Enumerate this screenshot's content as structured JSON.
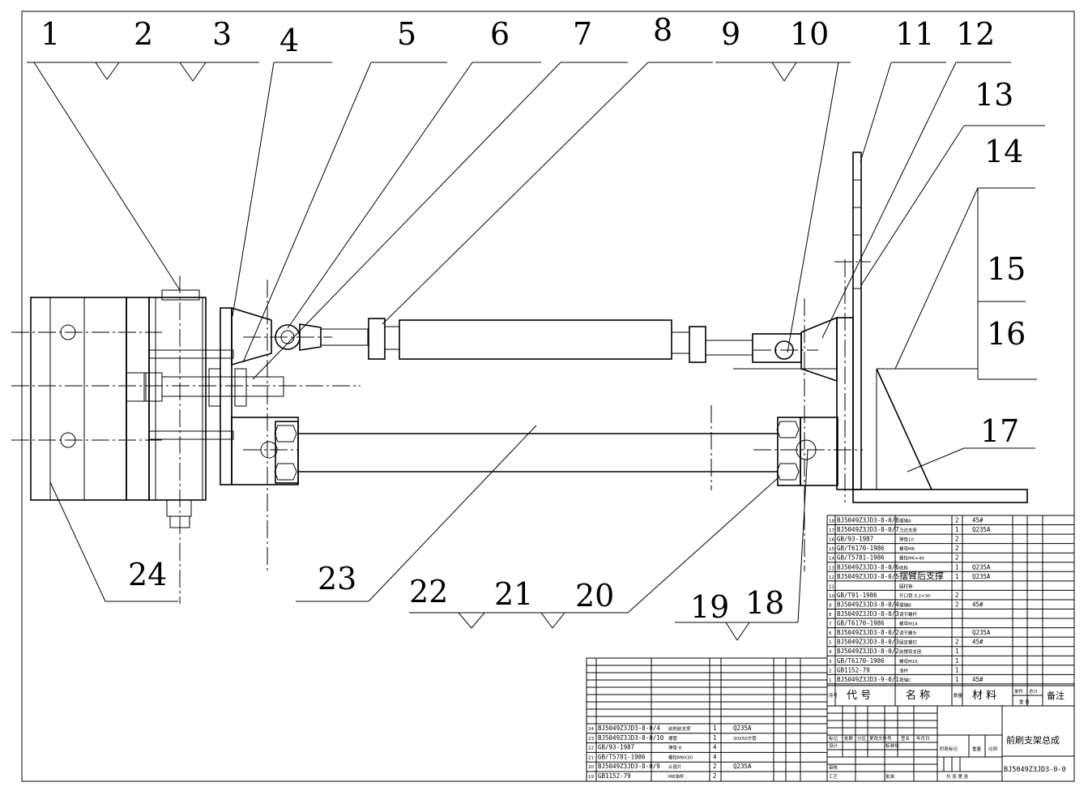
{
  "callouts": [
    "1",
    "2",
    "3",
    "4",
    "5",
    "6",
    "7",
    "8",
    "9",
    "10",
    "11",
    "12",
    "13",
    "14",
    "15",
    "16",
    "17",
    "18",
    "19",
    "20",
    "21",
    "22",
    "23",
    "24"
  ],
  "bom_upper": [
    {
      "no": "18",
      "code": "BJ5049Z3JD3-8-0/8",
      "name": "摆轴A",
      "qty": "2",
      "mat": "45#"
    },
    {
      "no": "17",
      "code": "BJ5049Z3JD3-8-0/7",
      "name": "马达支座",
      "qty": "1",
      "mat": "Q235A"
    },
    {
      "no": "16",
      "code": "GB/93-1987",
      "name": "弹垫10",
      "qty": "2",
      "mat": ""
    },
    {
      "no": "15",
      "code": "GB/T6170-1986",
      "name": "螺母M6",
      "qty": "2",
      "mat": ""
    },
    {
      "no": "14",
      "code": "GB/T5781-1986",
      "name": "螺栓M6×40",
      "qty": "2",
      "mat": ""
    },
    {
      "no": "13",
      "code": "BJ5049Z3JD3-8-0/6",
      "name": "底板",
      "qty": "1",
      "mat": "Q235A"
    },
    {
      "no": "12",
      "code": "BJ5049Z3JD3-8-0/5",
      "name": "摆臂后支撑",
      "qty": "1",
      "mat": "Q235A"
    },
    {
      "no": "11",
      "code": "",
      "name": "圆柱销",
      "qty": "",
      "mat": ""
    },
    {
      "no": "10",
      "code": "GB/T91-1986",
      "name": "开口销 3.2×30",
      "qty": "2",
      "mat": ""
    },
    {
      "no": "9",
      "code": "BJ5049Z3JD3-8-0/4",
      "name": "摆轴B",
      "qty": "2",
      "mat": "45#"
    },
    {
      "no": "8",
      "code": "BJ5049Z3JD3-8-0/3",
      "name": "调节螺杆",
      "qty": "",
      "mat": ""
    },
    {
      "no": "7",
      "code": "GB/T6170-1986",
      "name": "螺母M14",
      "qty": "",
      "mat": ""
    },
    {
      "no": "6",
      "code": "BJ5049Z3JD3-8-0/2",
      "name": "调节螺头",
      "qty": "",
      "mat": "Q235A"
    },
    {
      "no": "5",
      "code": "BJ5049Z3JD3-8-0/3",
      "name": "固定螺钉",
      "qty": "2",
      "mat": "45#"
    },
    {
      "no": "4",
      "code": "BJ5049Z3JD3-8-0/2",
      "name": "前摆臂支座",
      "qty": "1",
      "mat": ""
    },
    {
      "no": "3",
      "code": "GB/T6170-1986",
      "name": "螺母M16",
      "qty": "1",
      "mat": ""
    },
    {
      "no": "2",
      "code": "GB1152-79",
      "name": "油杯",
      "qty": "1",
      "mat": ""
    },
    {
      "no": "1",
      "code": "BJ5049Z3JD3-9-0/1",
      "name": "销轴C",
      "qty": "1",
      "mat": "45#"
    }
  ],
  "bom_header": {
    "no": "序号",
    "code": "代 号",
    "name": "名 称",
    "qty": "数量",
    "mat": "材 料",
    "wt1": "单件",
    "wt2": "总计",
    "wt3": "重 量",
    "note": "备注"
  },
  "bom_lower": [
    {
      "no": "24",
      "code": "BJ5049Z3JD3-8-0/4",
      "name": "前刷前支撑",
      "qty": "1",
      "mat": "Q235A"
    },
    {
      "no": "23",
      "code": "BJ5049Z3JD3-8-0/10",
      "name": "摆管",
      "qty": "1",
      "mat": "30X50方管"
    },
    {
      "no": "22",
      "code": "GB/93-1987",
      "name": "弹垫 8",
      "qty": "4",
      "mat": ""
    },
    {
      "no": "21",
      "code": "GB/T5781-1986",
      "name": "螺栓M8X30",
      "qty": "4",
      "mat": ""
    },
    {
      "no": "20",
      "code": "BJ5049Z3JD3-8-0/9",
      "name": "止退片",
      "qty": "2",
      "mat": "Q235A"
    },
    {
      "no": "19",
      "code": "GB1152-79",
      "name": "M8油杯",
      "qty": "2",
      "mat": ""
    }
  ],
  "title_block": {
    "title": "前刷支架总成",
    "drawing_no": "BJ5049Z3JD3-0-0",
    "rev_labels": [
      "标记",
      "处数",
      "分区",
      "更改文件号",
      "签名",
      "年月日"
    ],
    "left_labels": [
      "设计",
      "审核",
      "工艺"
    ],
    "mid_labels": [
      "标准化",
      "批准"
    ],
    "stage_label": "阶段标记",
    "weight_label": "重量",
    "scale_label": "比例",
    "sheet_label": "共 张 第 张"
  }
}
